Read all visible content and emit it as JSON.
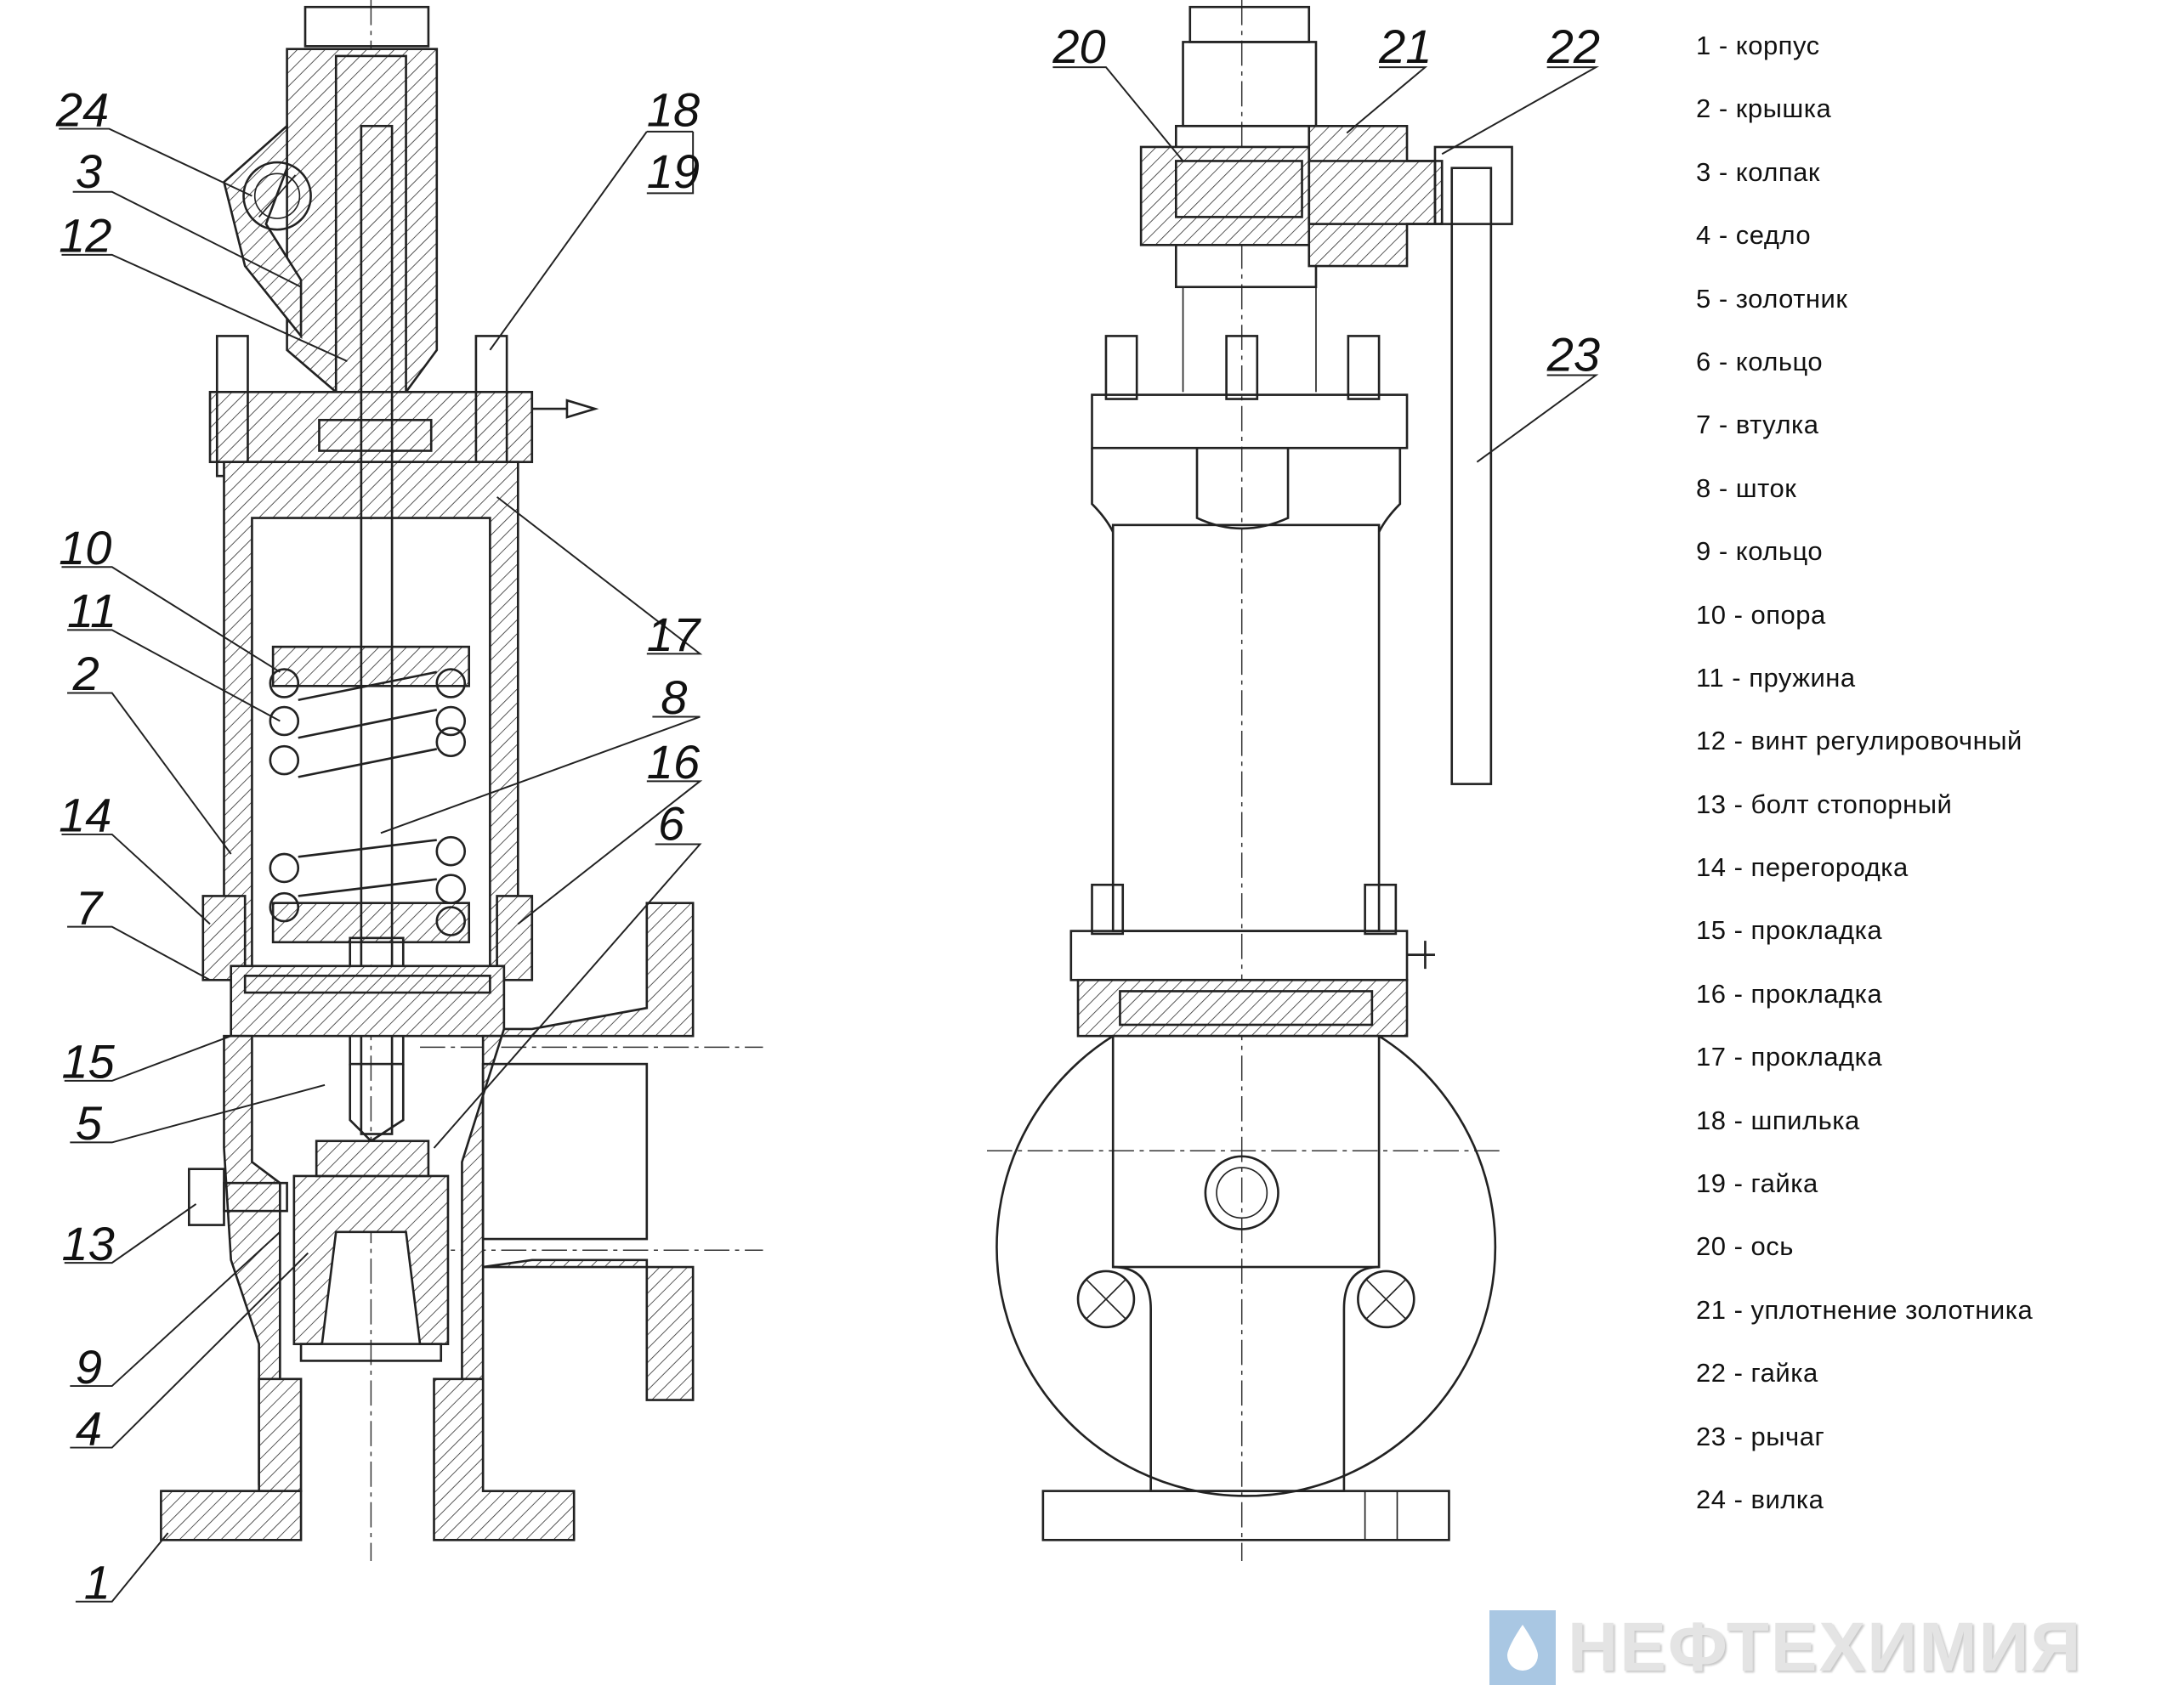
{
  "callouts": {
    "n1": "1",
    "n2": "2",
    "n3": "3",
    "n4": "4",
    "n5": "5",
    "n6": "6",
    "n7": "7",
    "n8": "8",
    "n9": "9",
    "n10": "10",
    "n11": "11",
    "n12": "12",
    "n13": "13",
    "n14": "14",
    "n15": "15",
    "n16": "16",
    "n17": "17",
    "n18": "18",
    "n19": "19",
    "n20": "20",
    "n21": "21",
    "n22": "22",
    "n23": "23",
    "n24": "24"
  },
  "legend": [
    "1 - корпус",
    "2 - крышка",
    "3 - колпак",
    "4 - седло",
    "5 - золотник",
    "6 - кольцо",
    "7 - втулка",
    "8 - шток",
    "9 - кольцо",
    "10 - опора",
    "11 - пружина",
    "12 - винт регулировочный",
    "13 - болт стопорный",
    "14 - перегородка",
    "15 - прокладка",
    "16 - прокладка",
    "17 - прокладка",
    "18 - шпилька",
    "19 - гайка",
    "20 - ось",
    "21 - уплотнение  золотника",
    "22 - гайка",
    "23 - рычаг",
    "24 - вилка"
  ],
  "watermark": {
    "text": "НЕФТЕХИМИЯ",
    "icon": "drop-icon",
    "color": "#a9c7e3"
  }
}
